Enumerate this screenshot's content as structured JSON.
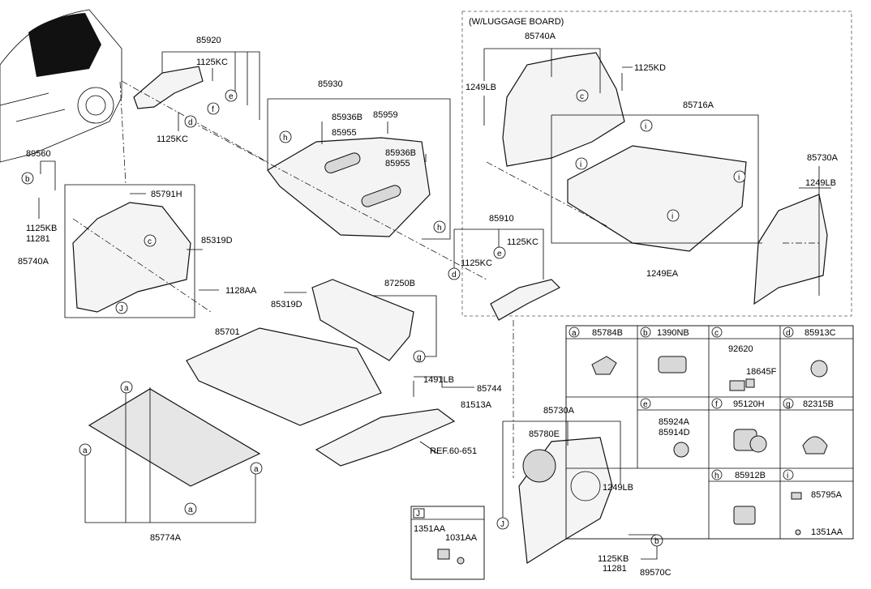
{
  "header": {
    "luggage_board": "(W/LUGGAGE BOARD)"
  },
  "labels": {
    "p85920": "85920",
    "p1125KC_a": "1125KC",
    "p1125KC_b": "1125KC",
    "p85930": "85930",
    "p85936B_a": "85936B",
    "p85959": "85959",
    "p85955_a": "85955",
    "p85936B_b": "85936B",
    "p85955_b": "85955",
    "p89560": "89560",
    "p1125KB_a": "1125KB",
    "p11281_a": "11281",
    "p85740A_a": "85740A",
    "p85791H": "85791H",
    "p85319D_a": "85319D",
    "p1128AA": "1128AA",
    "p85740A_b": "85740A",
    "p1249LB_a": "1249LB",
    "p1125KD": "1125KD",
    "p85716A": "85716A",
    "p85730A_a": "85730A",
    "p1249LB_b": "1249LB",
    "p1249EA": "1249EA",
    "p85910": "85910",
    "p1125KC_c": "1125KC",
    "p1125KC_d": "1125KC",
    "p87250B": "87250B",
    "p85319D_b": "85319D",
    "p85701": "85701",
    "p1491LB": "1491LB",
    "p85744": "85744",
    "p81513A": "81513A",
    "ref": "REF.60-651",
    "p85774A": "85774A",
    "p85730A_b": "85730A",
    "p85780E": "85780E",
    "p1249LB_c": "1249LB",
    "p1125KB_b": "1125KB",
    "p11281_b": "11281",
    "p89570C": "89570C",
    "p1351AA_a": "1351AA",
    "p1031AA": "1031AA"
  },
  "callouts": {
    "a": "a",
    "b": "b",
    "c": "c",
    "d": "d",
    "e": "e",
    "f": "f",
    "g": "g",
    "h": "h",
    "i": "i",
    "j": "J"
  },
  "legend": {
    "a": {
      "letter": "a",
      "part": "85784B"
    },
    "b": {
      "letter": "b",
      "part": "1390NB"
    },
    "c": {
      "letter": "c",
      "part_a": "92620",
      "part_b": "18645F"
    },
    "d": {
      "letter": "d",
      "part": "85913C"
    },
    "e": {
      "letter": "e",
      "part_a": "85924A",
      "part_b": "85914D"
    },
    "f": {
      "letter": "f",
      "part": "95120H"
    },
    "g": {
      "letter": "g",
      "part": "82315B"
    },
    "h": {
      "letter": "h",
      "part": "85912B"
    },
    "i": {
      "letter": "i",
      "part_a": "85795A",
      "part_b": "1351AA"
    }
  }
}
